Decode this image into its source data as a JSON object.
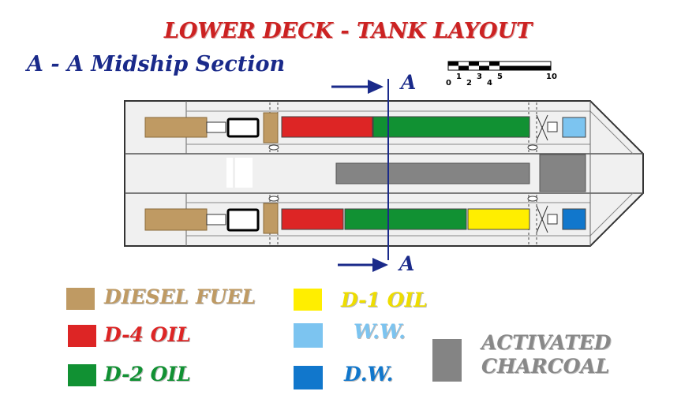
{
  "diagram": {
    "title": "LOWER DECK - TANK LAYOUT",
    "subtitle": "A - A  Midship Section",
    "section_marker": "A",
    "scale_labels": [
      "0",
      "1",
      "2",
      "3",
      "4",
      "5",
      "10"
    ]
  },
  "legend": [
    {
      "id": "diesel",
      "label": "DIESEL FUEL",
      "color": "#bf9a63"
    },
    {
      "id": "d4",
      "label": "D-4 OIL",
      "color": "#dd2525"
    },
    {
      "id": "d2",
      "label": "D-2 OIL",
      "color": "#119133"
    },
    {
      "id": "d1",
      "label": "D-1 OIL",
      "color": "#ffee00"
    },
    {
      "id": "ww",
      "label": "W.W.",
      "color": "#7cc4f0"
    },
    {
      "id": "dw",
      "label": "D.W.",
      "color": "#1177cc"
    },
    {
      "id": "charcoal",
      "label": "ACTIVATED CHARCOAL",
      "color": "#848484"
    }
  ],
  "colors": {
    "title": "#cc2222",
    "section": "#1a2a8a",
    "hull_fill": "#f0f0f0",
    "hull_stroke": "#333333"
  }
}
